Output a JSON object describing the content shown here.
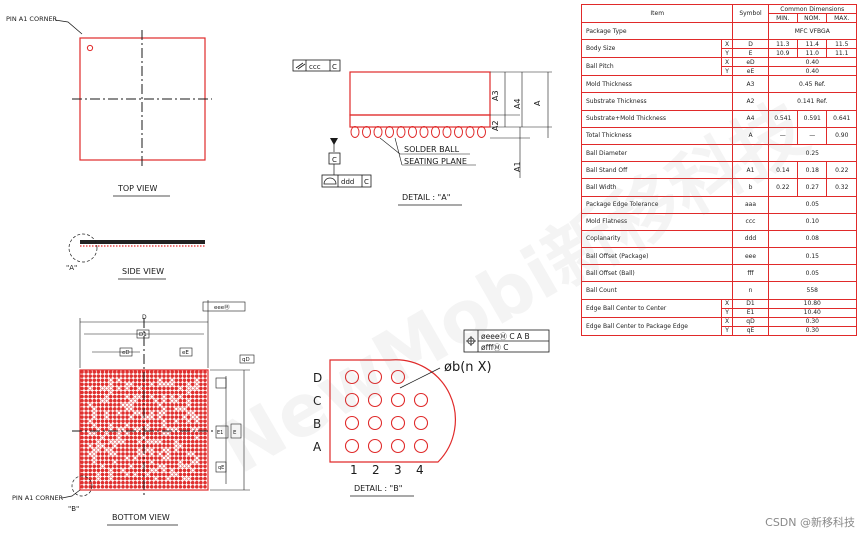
{
  "views": {
    "top_view": "TOP VIEW",
    "side_view": "SIDE VIEW",
    "bottom_view": "BOTTOM VIEW",
    "pin_a1_corner": "PIN A1 CORNER",
    "detail_a_callout": "\"A\"",
    "detail_b_callout": "\"B\"",
    "detail_a_title": "DETAIL : \"A\"",
    "detail_b_title": "DETAIL : \"B\""
  },
  "detail_a": {
    "ccc": "ccc",
    "c": "C",
    "ddd": "ddd",
    "solder_ball": "SOLDER BALL",
    "seating_plane": "SEATING PLANE",
    "dims": [
      "A3",
      "A4",
      "A",
      "A2",
      "A1"
    ]
  },
  "detail_b": {
    "rows": [
      "D",
      "C",
      "B",
      "A"
    ],
    "cols": [
      "1",
      "2",
      "3",
      "4"
    ],
    "ball_label": "øb(n  X)",
    "eee_line": "øeeeⓂ C A B",
    "fff_line": "øfffⓂ C"
  },
  "bottom_view": {
    "dims": [
      "D1",
      "eD",
      "eE",
      "E1",
      "E",
      "D",
      "qD",
      "qE"
    ],
    "fcf": "eeeⓂ"
  },
  "table": {
    "head": {
      "item": "Item",
      "symbol": "Symbol",
      "common": "Common Dimensions",
      "min": "MIN.",
      "nom": "NOM.",
      "max": "MAX."
    },
    "rows": [
      {
        "item": "Package Type",
        "symbol": "",
        "merged": "MFC VFBGA"
      },
      {
        "item": "Body Size",
        "axis": "X",
        "symbol": "D",
        "min": "11.3",
        "nom": "11.4",
        "max": "11.5"
      },
      {
        "item": "",
        "axis": "Y",
        "symbol": "E",
        "min": "10.9",
        "nom": "11.0",
        "max": "11.1"
      },
      {
        "item": "Ball Pitch",
        "axis": "X",
        "symbol": "eD",
        "merged": "0.40"
      },
      {
        "item": "",
        "axis": "Y",
        "symbol": "eE",
        "merged": "0.40"
      },
      {
        "item": "Mold Thickness",
        "symbol": "A3",
        "merged": "0.45 Ref."
      },
      {
        "item": "Substrate Thickness",
        "symbol": "A2",
        "merged": "0.141  Ref."
      },
      {
        "item": "Substrate+Mold Thickness",
        "symbol": "A4",
        "min": "0.541",
        "nom": "0.591",
        "max": "0.641"
      },
      {
        "item": "Total Thickness",
        "symbol": "A",
        "min": "—",
        "nom": "—",
        "max": "0.90"
      },
      {
        "item": "Ball Diameter",
        "symbol": "",
        "merged": "0.25"
      },
      {
        "item": "Ball Stand Off",
        "symbol": "A1",
        "min": "0.14",
        "nom": "0.18",
        "max": "0.22"
      },
      {
        "item": "Ball Width",
        "symbol": "b",
        "min": "0.22",
        "nom": "0.27",
        "max": "0.32"
      },
      {
        "item": "Package Edge Tolerance",
        "symbol": "aaa",
        "merged": "0.05"
      },
      {
        "item": "Mold Flatness",
        "symbol": "ccc",
        "merged": "0.10"
      },
      {
        "item": "Coplanarity",
        "symbol": "ddd",
        "merged": "0.08"
      },
      {
        "item": "Ball Offset (Package)",
        "symbol": "eee",
        "merged": "0.15"
      },
      {
        "item": "Ball Offset (Ball)",
        "symbol": "fff",
        "merged": "0.05"
      },
      {
        "item": "Ball Count",
        "symbol": "n",
        "merged": "558"
      },
      {
        "item": "Edge Ball Center to Center",
        "axis": "X",
        "symbol": "D1",
        "merged": "10.80"
      },
      {
        "item": "",
        "axis": "Y",
        "symbol": "E1",
        "merged": "10.40"
      },
      {
        "item": "Edge Ball Center to Package Edge",
        "axis": "X",
        "symbol": "qD",
        "merged": "0.30"
      },
      {
        "item": "",
        "axis": "Y",
        "symbol": "qE",
        "merged": "0.30"
      }
    ]
  },
  "watermark": "NewMobi新移科技",
  "credit": "CSDN @新移科技",
  "colors": {
    "outline": "#e02a2a",
    "ink": "#1a1a1a",
    "balls": "#e0302f"
  }
}
